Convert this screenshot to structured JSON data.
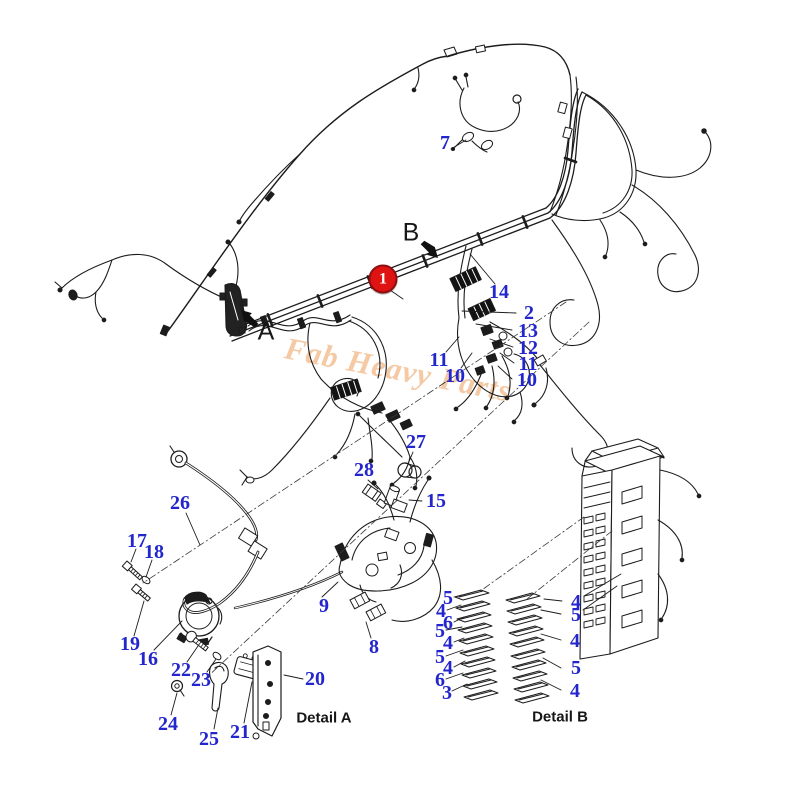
{
  "watermark": "Fab Heavy Parts",
  "colors": {
    "callout_blue": "#2326cc",
    "badge_red": "#e01313",
    "line": "#1c1c1c",
    "watermark": "#f4c9a4"
  },
  "main": {
    "badge": "1",
    "letters": {
      "a": "A",
      "b": "B"
    },
    "callouts": [
      "7",
      "14",
      "2",
      "13",
      "12",
      "11",
      "10",
      "11",
      "10"
    ]
  },
  "detail_a": {
    "caption": "Detail A",
    "callouts": [
      "27",
      "28",
      "15",
      "26",
      "17",
      "18",
      "9",
      "8",
      "19",
      "16",
      "22",
      "23",
      "24",
      "25",
      "21",
      "20"
    ]
  },
  "detail_b": {
    "caption": "Detail B",
    "left": [
      "5",
      "4",
      "6",
      "5",
      "4",
      "5",
      "4",
      "6",
      "3"
    ],
    "right": [
      "4",
      "5",
      "4",
      "5",
      "4"
    ]
  }
}
